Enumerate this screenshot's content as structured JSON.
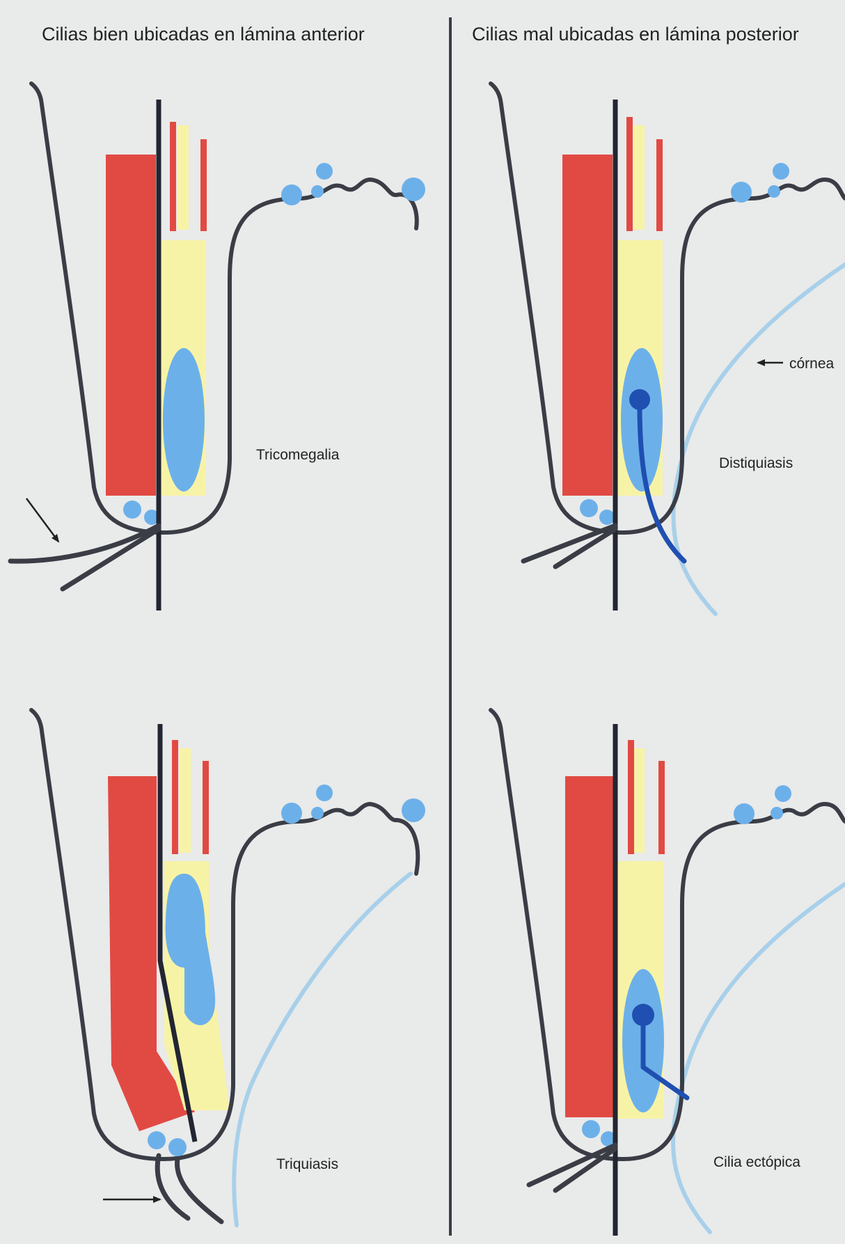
{
  "headers": {
    "left": "Cilias bien ubicadas en lámina anterior",
    "right": "Cilias mal ubicadas en lámina posterior"
  },
  "panels": {
    "top_left": "Tricomegalia",
    "top_right": "Distiquiasis",
    "bottom_left": "Triquiasis",
    "bottom_right": "Cilia ectópica"
  },
  "annotations": {
    "cornea": "córnea"
  },
  "colors": {
    "background": "#e9eaea",
    "outline": "#3a3d45",
    "muscle_red": "#e14a43",
    "tarsus_yellow": "#f7f3a6",
    "gland_blue": "#6cb0ea",
    "cornea_blue": "#a8d0ea",
    "cilia_dark_blue": "#1f4fb0"
  }
}
